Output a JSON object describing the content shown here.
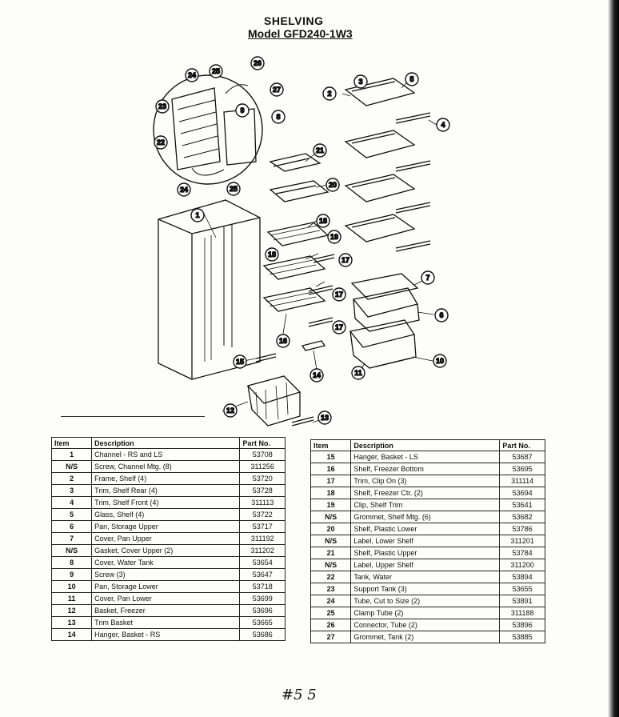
{
  "header": {
    "title": "SHELVING",
    "model": "Model GFD240-1W3"
  },
  "tables": {
    "columns": [
      "Item",
      "Description",
      "Part No."
    ],
    "left": [
      {
        "item": "1",
        "desc": "Channel - RS and LS",
        "part": "53708"
      },
      {
        "item": "N/S",
        "desc": "Screw, Channel Mtg. (8)",
        "part": "311256"
      },
      {
        "item": "2",
        "desc": "Frame, Shelf (4)",
        "part": "53720"
      },
      {
        "item": "3",
        "desc": "Trim, Shelf Rear (4)",
        "part": "53728"
      },
      {
        "item": "4",
        "desc": "Trim, Shelf Front (4)",
        "part": "311113"
      },
      {
        "item": "5",
        "desc": "Glass, Shelf (4)",
        "part": "53722"
      },
      {
        "item": "6",
        "desc": "Pan, Storage Upper",
        "part": "53717"
      },
      {
        "item": "7",
        "desc": "Cover, Pan Upper",
        "part": "311192"
      },
      {
        "item": "N/S",
        "desc": "Gasket, Cover Upper (2)",
        "part": "311202"
      },
      {
        "item": "8",
        "desc": "Cover, Water Tank",
        "part": "53654"
      },
      {
        "item": "9",
        "desc": "Screw (3)",
        "part": "53647"
      },
      {
        "item": "10",
        "desc": "Pan, Storage Lower",
        "part": "53718"
      },
      {
        "item": "11",
        "desc": "Cover, Pan Lower",
        "part": "53699"
      },
      {
        "item": "12",
        "desc": "Basket, Freezer",
        "part": "53696"
      },
      {
        "item": "13",
        "desc": "Trim Basket",
        "part": "53665"
      },
      {
        "item": "14",
        "desc": "Hanger, Basket - RS",
        "part": "53686"
      }
    ],
    "right": [
      {
        "item": "15",
        "desc": "Hanger, Basket - LS",
        "part": "53687"
      },
      {
        "item": "16",
        "desc": "Shelf, Freezer Bottom",
        "part": "53695"
      },
      {
        "item": "17",
        "desc": "Trim, Clip On (3)",
        "part": "311114"
      },
      {
        "item": "18",
        "desc": "Shelf, Freezer Ctr. (2)",
        "part": "53694"
      },
      {
        "item": "19",
        "desc": "Clip, Shelf Trim",
        "part": "53641"
      },
      {
        "item": "N/S",
        "desc": "Grommet, Shelf Mtg. (6)",
        "part": "53682"
      },
      {
        "item": "20",
        "desc": "Shelf, Plastic Lower",
        "part": "53786"
      },
      {
        "item": "N/S",
        "desc": "Label, Lower Shelf",
        "part": "311201"
      },
      {
        "item": "21",
        "desc": "Shelf, Plastic Upper",
        "part": "53784"
      },
      {
        "item": "N/S",
        "desc": "Label, Upper Shelf",
        "part": "311200"
      },
      {
        "item": "22",
        "desc": "Tank, Water",
        "part": "53894"
      },
      {
        "item": "23",
        "desc": "Support Tank (3)",
        "part": "53655"
      },
      {
        "item": "24",
        "desc": "Tube, Cut to Size (2)",
        "part": "53891"
      },
      {
        "item": "25",
        "desc": "Clamp Tube (2)",
        "part": "311188"
      },
      {
        "item": "26",
        "desc": "Connector, Tube (2)",
        "part": "53896"
      },
      {
        "item": "27",
        "desc": "Grommet, Tank (2)",
        "part": "53885"
      }
    ]
  },
  "callouts": [
    "1",
    "2",
    "3",
    "4",
    "5",
    "6",
    "7",
    "8",
    "9",
    "10",
    "11",
    "12",
    "13",
    "14",
    "15",
    "16",
    "17",
    "18",
    "19",
    "20",
    "21",
    "22",
    "23",
    "24",
    "25",
    "26",
    "27"
  ],
  "handwritten_note": "#5 5"
}
